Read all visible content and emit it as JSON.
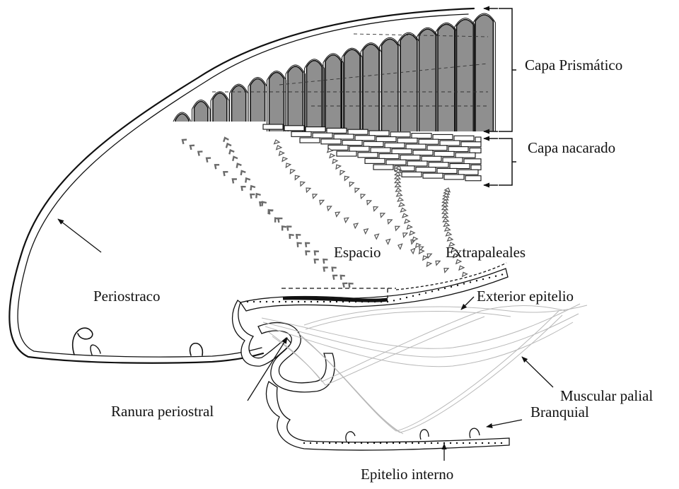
{
  "labels": {
    "prismatic": "Capa Prismático",
    "nacreous": "Capa nacarado",
    "space_1": "Espacio",
    "space_2": "Extrapaleales",
    "periostracum": "Periostraco",
    "outer_epithelium": "Exterior epitelio",
    "pallial_muscle": "Muscular palial",
    "periostracal_groove": "Ranura periostral",
    "gill": "Branquial",
    "inner_epithelium": "Epitelio interno"
  },
  "colors": {
    "ink": "#111111",
    "prism_fill": "#8f8f8f",
    "secretion_arrow": "#6b6b6b",
    "muscle": "#b8b8b8"
  }
}
